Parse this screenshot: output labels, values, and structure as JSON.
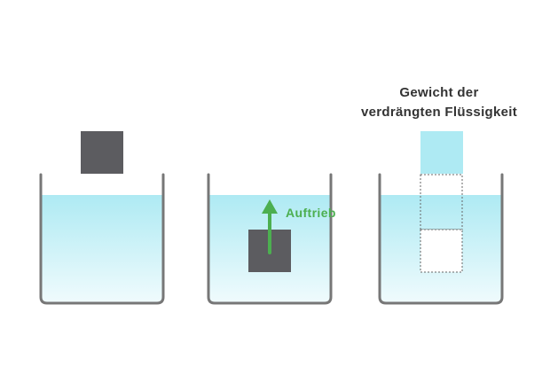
{
  "labels": {
    "buoyancy": "Auftrieb",
    "displaced_line1": "Gewicht der",
    "displaced_line2": "verdrängten Flüssigkeit"
  },
  "colors": {
    "beaker_outline": "#777777",
    "water_top": "#aeeaf3",
    "water_bottom": "#f0fbfd",
    "block": "#5c5c60",
    "arrow": "#4caf50",
    "displaced_block": "#aeeaf3",
    "text": "#333333"
  },
  "icons": {
    "arrow": "up-arrow-icon"
  }
}
